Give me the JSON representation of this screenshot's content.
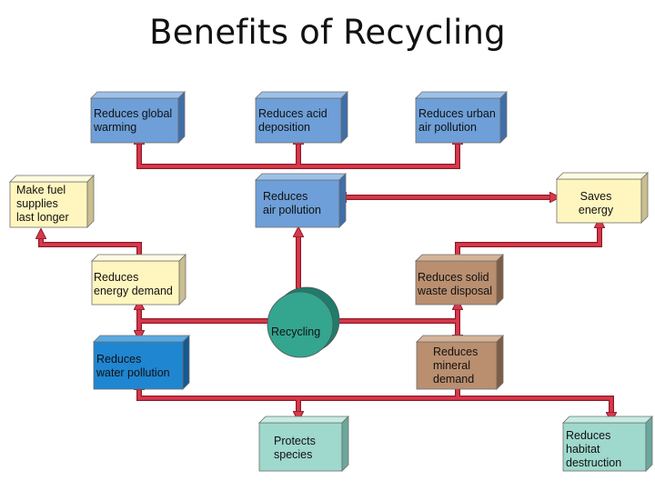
{
  "title": "Benefits of Recycling",
  "colors": {
    "arrow": "#d8394c",
    "arrow_edge": "#8e1a28",
    "blue": "#6e9fd8",
    "deep_blue": "#1f86d1",
    "cream": "#fff6bf",
    "tan": "#b98f70",
    "mint": "#9fd8cc",
    "teal_circle": "#34a58f"
  },
  "nodes": {
    "global_warming": "Reduces global\nwarming",
    "acid_deposition": "Reduces acid\ndeposition",
    "urban_air": "Reduces urban\nair pollution",
    "fuel_supplies": "Make fuel\nsupplies\nlast longer",
    "air_pollution": "Reduces\nair pollution",
    "saves_energy": "Saves\nenergy",
    "energy_demand": "Reduces\nenergy demand",
    "solid_waste": "Reduces solid\nwaste disposal",
    "recycling": "Recycling",
    "water_pollution": "Reduces\nwater pollution",
    "mineral_demand": "Reduces\nmineral\ndemand",
    "protects_species": "Protects\nspecies",
    "habitat_destruction": "Reduces\nhabitat\ndestruction"
  }
}
